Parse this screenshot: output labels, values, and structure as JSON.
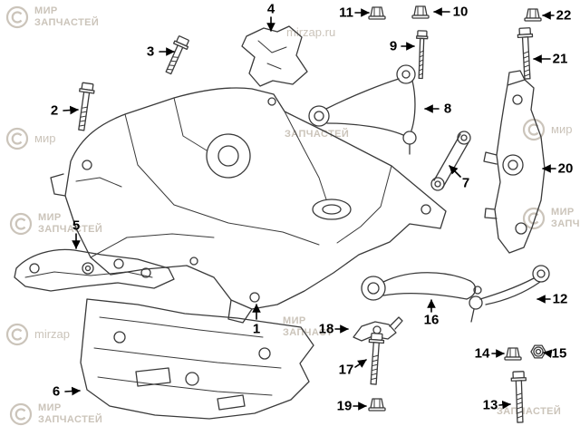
{
  "diagram": {
    "description": "Front axle suspension exploded parts line diagram",
    "line_color": "#3a3a3a",
    "callout_color": "#000000",
    "callouts": [
      {
        "num": "1",
        "part": "front-subframe"
      },
      {
        "num": "2",
        "part": "hex-bolt"
      },
      {
        "num": "3",
        "part": "hex-bolt"
      },
      {
        "num": "4",
        "part": "heat-shield-bracket"
      },
      {
        "num": "5",
        "part": "control-arm-bracket"
      },
      {
        "num": "6",
        "part": "underbody-cover"
      },
      {
        "num": "7",
        "part": "link"
      },
      {
        "num": "8",
        "part": "upper-control-arm"
      },
      {
        "num": "9",
        "part": "hex-bolt"
      },
      {
        "num": "10",
        "part": "flange-nut"
      },
      {
        "num": "11",
        "part": "flange-nut"
      },
      {
        "num": "12",
        "part": "lower-control-arm"
      },
      {
        "num": "13",
        "part": "hex-bolt"
      },
      {
        "num": "14",
        "part": "flange-nut"
      },
      {
        "num": "15",
        "part": "hex-nut"
      },
      {
        "num": "16",
        "part": "tension-strut"
      },
      {
        "num": "17",
        "part": "hex-bolt"
      },
      {
        "num": "18",
        "part": "clamp-bracket"
      },
      {
        "num": "19",
        "part": "flange-nut"
      },
      {
        "num": "20",
        "part": "steering-knuckle"
      },
      {
        "num": "21",
        "part": "hex-bolt"
      },
      {
        "num": "22",
        "part": "flange-nut"
      }
    ]
  },
  "watermark": {
    "color": "#cbc4ba",
    "blocks": [
      {
        "lines": [
          "МИР",
          "ЗАПЧАСТЕЙ"
        ]
      },
      {
        "lines": [
          "мир"
        ]
      },
      {
        "lines": [
          "МИР",
          "ЗАПЧАСТЕЙ"
        ]
      },
      {
        "lines": [
          "mirzap"
        ]
      },
      {
        "lines": [
          "МИР",
          "ЗАПЧАСТЕЙ"
        ]
      },
      {
        "lines": [
          "mirzap.ru"
        ]
      },
      {
        "lines": [
          "ЗАПЧАСТЕЙ"
        ]
      },
      {
        "lines": [
          "МИР",
          "ЗАПЧАСТ"
        ]
      },
      {
        "lines": [
          "мир"
        ]
      },
      {
        "lines": [
          "МИР",
          "ЗАПЧ"
        ]
      },
      {
        "lines": [
          "ЗАПЧАСТЕЙ"
        ]
      }
    ]
  }
}
